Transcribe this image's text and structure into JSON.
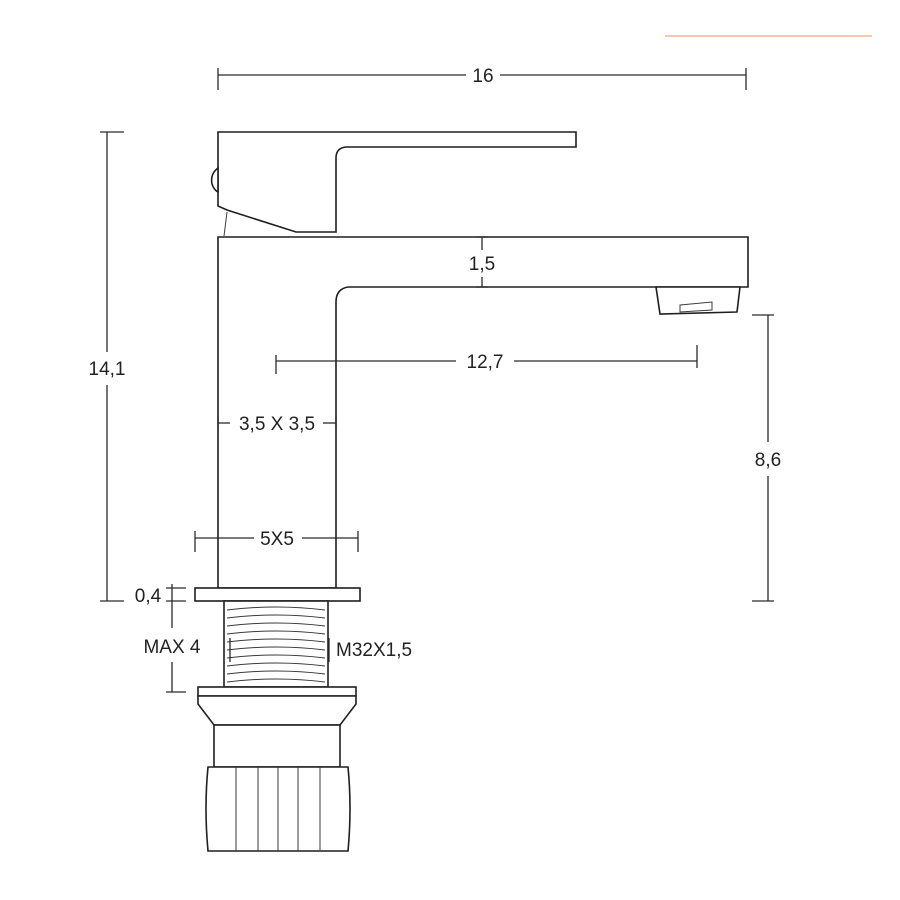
{
  "diagram": {
    "dimensions": {
      "overall_width": "16",
      "overall_height": "14,1",
      "spout_thickness": "1,5",
      "spout_reach": "12,7",
      "body_section": "3,5 X 3,5",
      "spout_clearance": "8,6",
      "base_section": "5X5",
      "base_plate": "0,4",
      "max_deck": "MAX 4",
      "thread": "M32X1,5"
    },
    "colors": {
      "line": "#1f1f1f",
      "accent": "#f4a582"
    }
  }
}
